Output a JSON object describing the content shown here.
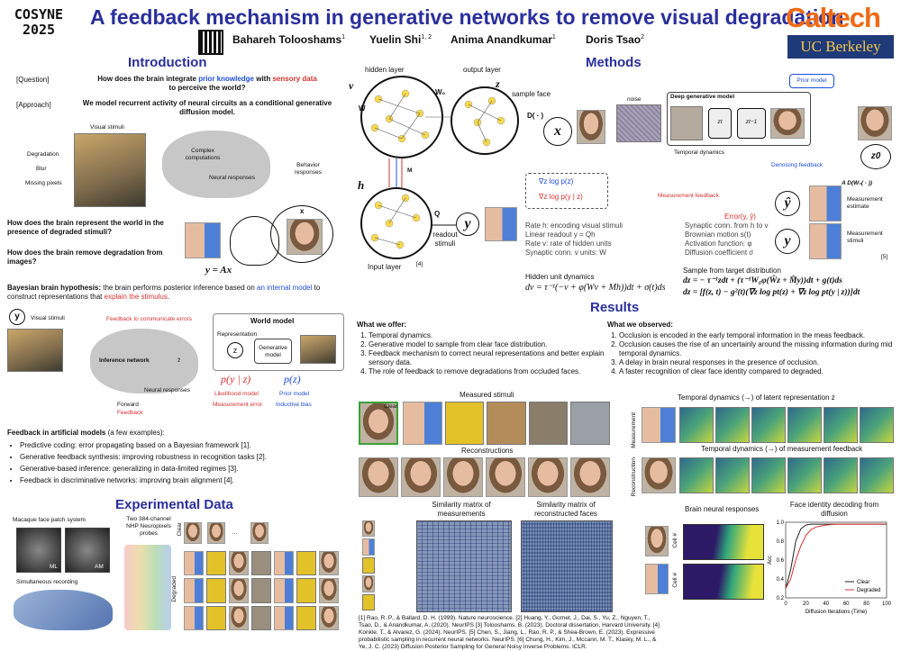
{
  "header": {
    "conference": "COSYNE 2025",
    "title": "A feedback mechanism in generative networks to remove visual degradation",
    "authors": [
      {
        "name": "Bahareh Tolooshams",
        "aff": "1"
      },
      {
        "name": "Yuelin Shi",
        "aff": "1, 2"
      },
      {
        "name": "Anima Anandkumar",
        "aff": "1"
      },
      {
        "name": "Doris Tsao",
        "aff": "2"
      }
    ],
    "logo1": "Caltech",
    "logo2": "UC Berkeley"
  },
  "intro": {
    "heading": "Introduction",
    "q_tag": "[Question]",
    "q_text1": "How does the brain integrate ",
    "q_blue": "prior knowledge",
    "q_mid": " with ",
    "q_red": "sensory data",
    "q_text2": "to perceive the world?",
    "a_tag": "[Approach]",
    "a_text": "We model recurrent activity of neural circuits as a conditional generative diffusion model.",
    "visual_stimuli": "Visual stimuli",
    "degradation": "Degradation",
    "blur": "Blur",
    "missing": "Missing pixels",
    "complex": "Complex computations",
    "neural": "Neural responses",
    "behavior": "Behavior responses",
    "q2": "How does the brain represent the world in the presence of degraded stimuli?",
    "q3": "How does the brain remove degradation from images?",
    "eq": "y = Ax",
    "x": "x",
    "bayes_b": "Bayesian brain hypothesis:",
    "bayes_1": " the brain performs posterior inference based on ",
    "bayes_blue": "an internal model",
    "bayes_2": " to construct representations that ",
    "bayes_red": "explain the stimulus",
    "bayes_end": ".",
    "wm_y": "y",
    "wm_visual": "Visual stimuli",
    "wm_feedback_comm": "Feedback to communicate errors",
    "wm_title": "World model",
    "wm_repr": "Representation",
    "wm_z": "z",
    "wm_gen": "Generative model",
    "wm_inf": "Inference network",
    "wm_zhat": "ẑ",
    "wm_neural": "Neural responses",
    "wm_forward": "Forward",
    "wm_feedback": "Feedback",
    "lik": "p(y | z)",
    "prior": "p(z)",
    "lik_lbl": "Likelihood model",
    "lik_lbl2": "Measurement error",
    "prior_lbl": "Prior model",
    "prior_lbl2": "Inductive bias",
    "ff_head": "Feedback in artificial models",
    "ff_tail": " (a few examples):",
    "ff_items": [
      "Predictive coding: error propagating based on a Bayesian framework [1].",
      "Generative feedback synthesis: improving robustness in recognition tasks [2].",
      "Generative-based inference: generalizing in data-limited regimes [3].",
      "Feedback in discriminative networks: improving brain alignment [4]."
    ]
  },
  "exp": {
    "heading": "Experimental Data",
    "macaque": "Macaque face patch system",
    "probes": "Two 384-channel NHP Neuropixels probes",
    "ml": "ML",
    "am": "AM",
    "sim": "Simultaneous recording",
    "clear": "Clear",
    "degraded": "Degraded",
    "dots": "..."
  },
  "methods": {
    "heading": "Methods",
    "hidden": "hidden layer",
    "output": "output layer",
    "sample_face": "sample face",
    "v": "v",
    "z": "z",
    "W0": "W₀",
    "W": "W",
    "D": "D( · )",
    "x": "x",
    "h": "h",
    "M": "M",
    "Q": "Q",
    "y": "y",
    "readout": "readout stimuli",
    "input_layer": "Input layer",
    "ref4": "[4]",
    "grad1": "∇z log p(z)",
    "grad2": "∇z log p(y | z)",
    "defs_left": [
      "Rate h: encoding visual stimuli",
      "Linear readout y = Qh",
      "Rate v: rate of hidden units",
      "Synaptic conn. v units: W"
    ],
    "defs_right": [
      "Synaptic conn. from h to v",
      "Brownian motion s(t)",
      "Activation function: φ",
      "Diffusion coefficient σ"
    ],
    "hud": "Hidden unit dynamics",
    "hud_eq": "dv = τ⁻¹(−v + φ(Wv + Mh))dt + σ(t)ds",
    "sft": "Sample from target distribution",
    "sft_eq1": "dz = − τ⁻¹zdt + (τ⁻¹W₀φ(Ŵz + M̃y))dt + g(t)ds",
    "sft_eq2": "dz = [f(z, t) − g²(t)(∇z log pt(z) + ∇z log pt(y | z))]dt",
    "prior_model": "Prior model",
    "noise": "noise",
    "dgm": "Deep generative model",
    "zt": "zt",
    "zt1": "zt−1",
    "temporal": "Temporal dynamics",
    "denoising": "Denoising feedback",
    "z0": "z0",
    "aw": "A D(W₀( · ))",
    "meas_fb": "Measurement feedback",
    "yhat": "ŷ",
    "meas_est": "Measurement estimate",
    "error": "Error(y, ŷ)",
    "meas_stim": "Measurement stimuli",
    "ref5": "[5]"
  },
  "results": {
    "heading": "Results",
    "offer_head": "What we offer:",
    "offer": [
      "Temporal dynamics.",
      "Generative model to sample from clear face distribution.",
      "Feedback mechanism to correct neural representations and better explain sensory data.",
      "The role of feedback to remove degradations from occluded faces."
    ],
    "obs_head": "What we observed:",
    "obs": [
      "Occlusion is encoded in the early temporal information in the meas feedback.",
      "Occlusion causes the rise of an uncertainly around the missing information during mid temporal dynamics.",
      "A delay in brain neural responses in the presence of occlusion.",
      "A faster recognition of clear face identity compared to degraded."
    ],
    "measured": "Measured stimuli",
    "clear": "Clear",
    "recon": "Reconstructions",
    "simmat1": "Similarity matrix of measurements",
    "simmat2": "Similarity matrix of reconstructed faces",
    "td_latent": "Temporal dynamics (→) of latent representation z",
    "td_meas": "Temporal dynamics (→) of measurement feedback",
    "measurement": "Measurement",
    "reconstruction": "Reconstruction",
    "brain": "Brain neural responses",
    "decode": "Face identity decoding from diffusion",
    "cell": "Cell #",
    "acc": "Acc",
    "diff_iter": "Diffusion Iterations (Time)",
    "legend_clear": "Clear",
    "legend_degraded": "Degraded",
    "refs": "[1] Rao, R. P., & Ballard, D. H. (1999). Nature neuroscience. [2] Huang, Y., Gornet, J., Dai, S., Yu, Z., Nguyen, T., Tsao, D., & Anandkumar, A. (2020). NeurIPS [3] Tolooshams, B. (2023). Doctoral dissertation, Harvard University. [4] Konkle, T., & Alvarez, G. (2024). NeurIPS. [5] Chen, S., Jiang, L., Rao, R. P., & Shea-Brown, E. (2023). Expressive probabilistic sampling in recurrent neural networks. NeurIPS. [6] Chung, H., Kim, J., Mccann, M. T., Klasky, M. L., & Ye, J. C. (2023) Diffusion Posterior Sampling for General Noisy Inverse Problems. ICLR."
  },
  "chart_data": [
    {
      "type": "line",
      "title": "Face identity decoding from diffusion",
      "xlabel": "Diffusion Iterations (Time)",
      "ylabel": "Acc",
      "xlim": [
        0,
        100
      ],
      "ylim": [
        0.2,
        1.0
      ],
      "x": [
        0,
        5,
        10,
        15,
        20,
        25,
        30,
        40,
        50,
        60,
        70,
        80,
        90,
        100
      ],
      "series": [
        {
          "name": "Clear",
          "values": [
            0.3,
            0.5,
            0.8,
            0.93,
            0.97,
            0.98,
            0.98,
            0.98,
            0.98,
            0.98,
            0.98,
            0.98,
            0.98,
            0.98
          ],
          "color": "#222222"
        },
        {
          "name": "Degraded",
          "values": [
            0.3,
            0.4,
            0.6,
            0.75,
            0.86,
            0.92,
            0.95,
            0.97,
            0.98,
            0.98,
            0.98,
            0.98,
            0.98,
            0.98
          ],
          "color": "#d3322f"
        }
      ],
      "xticks": [
        "0",
        "20",
        "40",
        "60",
        "80",
        "100"
      ],
      "yticks": [
        "0.2",
        "0.4",
        "0.6",
        "0.8",
        "1.0"
      ]
    }
  ]
}
